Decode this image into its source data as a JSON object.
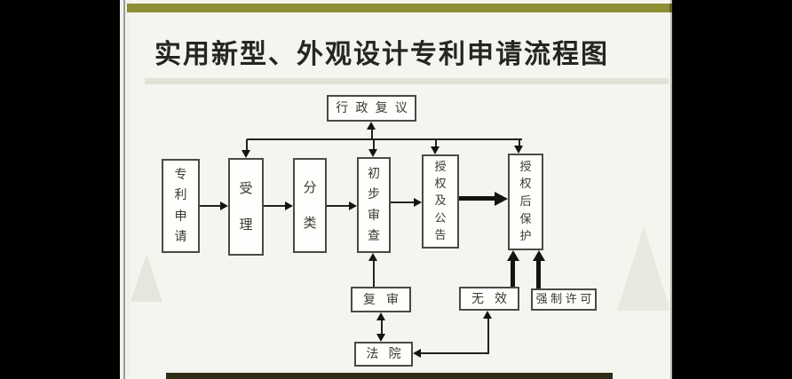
{
  "slide": {
    "title": "实用新型、外观设计专利申请流程图",
    "colors": {
      "outer_background": "#000000",
      "slide_background": "#f5f5ef",
      "accent_gold_bar": "#8e8e35",
      "bottom_bar": "#2e2b16",
      "box_border": "#4a4a44",
      "line": "#222220",
      "title_text": "#262621"
    }
  },
  "diagram": {
    "nodes": [
      {
        "id": "xingzheng-fuyi",
        "label": "行政复议",
        "orientation": "horizontal"
      },
      {
        "id": "zhuanli-shenqing",
        "label": "专利申请",
        "orientation": "vertical"
      },
      {
        "id": "shouli",
        "label": "受理",
        "orientation": "vertical"
      },
      {
        "id": "fenlei",
        "label": "分类",
        "orientation": "vertical"
      },
      {
        "id": "chubu-shencha",
        "label": "初步审查",
        "orientation": "vertical"
      },
      {
        "id": "shouquan-ji-gonggao",
        "label": "授权及公告",
        "orientation": "vertical"
      },
      {
        "id": "shouquan-hou-baohu",
        "label": "授权后保护",
        "orientation": "vertical"
      },
      {
        "id": "fushen",
        "label": "复审",
        "orientation": "horizontal"
      },
      {
        "id": "wuxiao",
        "label": "无效",
        "orientation": "horizontal"
      },
      {
        "id": "qiangzhi-xuke",
        "label": "强制许可",
        "orientation": "horizontal"
      },
      {
        "id": "fayuan",
        "label": "法院",
        "orientation": "horizontal"
      }
    ],
    "edges": [
      {
        "from": "专利申请",
        "to": "受理",
        "style": "thin-arrow"
      },
      {
        "from": "受理",
        "to": "分类",
        "style": "thin-arrow"
      },
      {
        "from": "分类",
        "to": "初步审查",
        "style": "thin-arrow"
      },
      {
        "from": "初步审查",
        "to": "授权及公告",
        "style": "thin-arrow"
      },
      {
        "from": "授权及公告",
        "to": "授权后保护",
        "style": "thick-arrow"
      },
      {
        "from": "汇总横线",
        "to": "行政复议",
        "style": "thin-arrow-up"
      },
      {
        "from": "汇总横线",
        "to": "受理",
        "style": "thin-arrow-down"
      },
      {
        "from": "汇总横线",
        "to": "初步审查",
        "style": "thin-arrow-down"
      },
      {
        "from": "汇总横线",
        "to": "授权及公告",
        "style": "thin-arrow-down"
      },
      {
        "from": "汇总横线",
        "to": "授权后保护",
        "style": "thin-arrow-down"
      },
      {
        "from": "复审",
        "to": "初步审查",
        "style": "thin-arrow-up"
      },
      {
        "from": "复审",
        "to": "法院",
        "style": "thin-arrow",
        "bidirectional": true
      },
      {
        "from": "无效",
        "to": "授权后保护",
        "style": "thick-arrow-up"
      },
      {
        "from": "强制许可",
        "to": "授权后保护",
        "style": "thick-arrow-up"
      },
      {
        "from": "无效",
        "to": "法院",
        "style": "thin-arrow-L",
        "bidirectional": true
      }
    ]
  }
}
